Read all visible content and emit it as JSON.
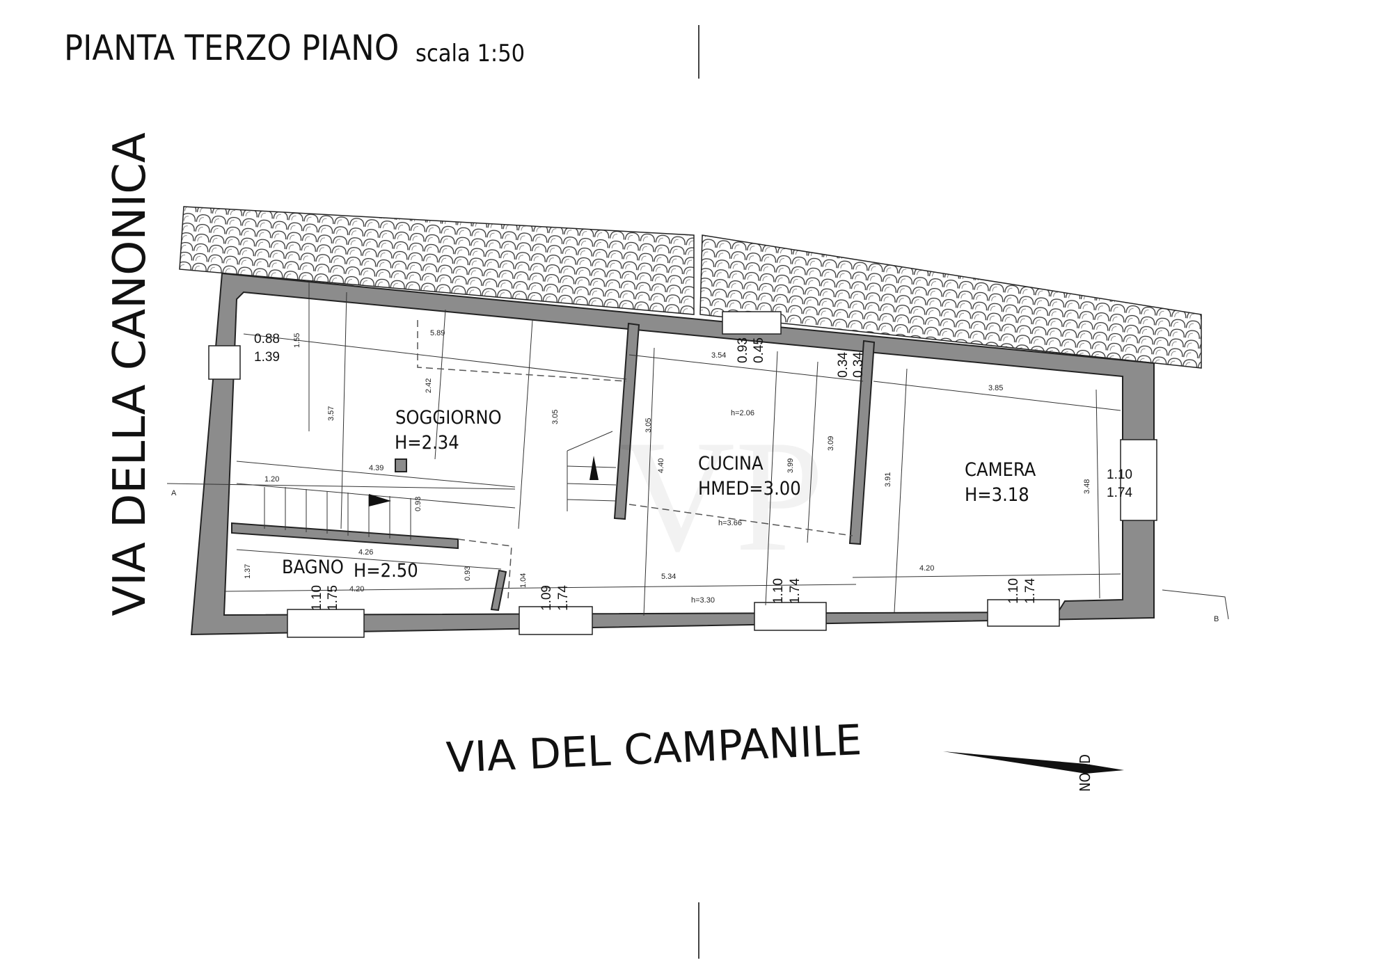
{
  "title": {
    "main": "PIANTA TERZO PIANO",
    "scale": "scala 1:50"
  },
  "streets": {
    "left": "VIA DELLA CANONICA",
    "bottom": "VIA DEL CAMPANILE"
  },
  "north": {
    "label": "NORD"
  },
  "rooms": [
    {
      "name": "SOGGIORNO",
      "height": "H=2.34"
    },
    {
      "name": "CUCINA",
      "height": "HMED=3.00"
    },
    {
      "name": "CAMERA",
      "height": "H=3.18"
    },
    {
      "name": "BAGNO",
      "height": "H=2.50"
    }
  ],
  "section_marks": [
    "A",
    "B"
  ],
  "dims": [
    "0.88",
    "1.39",
    "1.55",
    "5.89",
    "2.42",
    "3.57",
    "3.05",
    "4.39",
    "1.20",
    "0.93",
    "4.26",
    "1.37",
    "1.10",
    "1.75",
    "4.20",
    "0.93",
    "1.04",
    "1.09",
    "1.74",
    "3.54",
    "0.93",
    "0.45",
    "0.34",
    "0.34",
    "h=2.06",
    "3.05",
    "4.40",
    "3.99",
    "3.09",
    "h=3.66",
    "5.34",
    "h=3.30",
    "1.10",
    "1.74",
    "3.85",
    "3.91",
    "3.48",
    "1.10",
    "1.74",
    "4.20",
    "1.10",
    "1.74"
  ],
  "colors": {
    "wall": "#8c8c8c",
    "line": "#222222"
  }
}
